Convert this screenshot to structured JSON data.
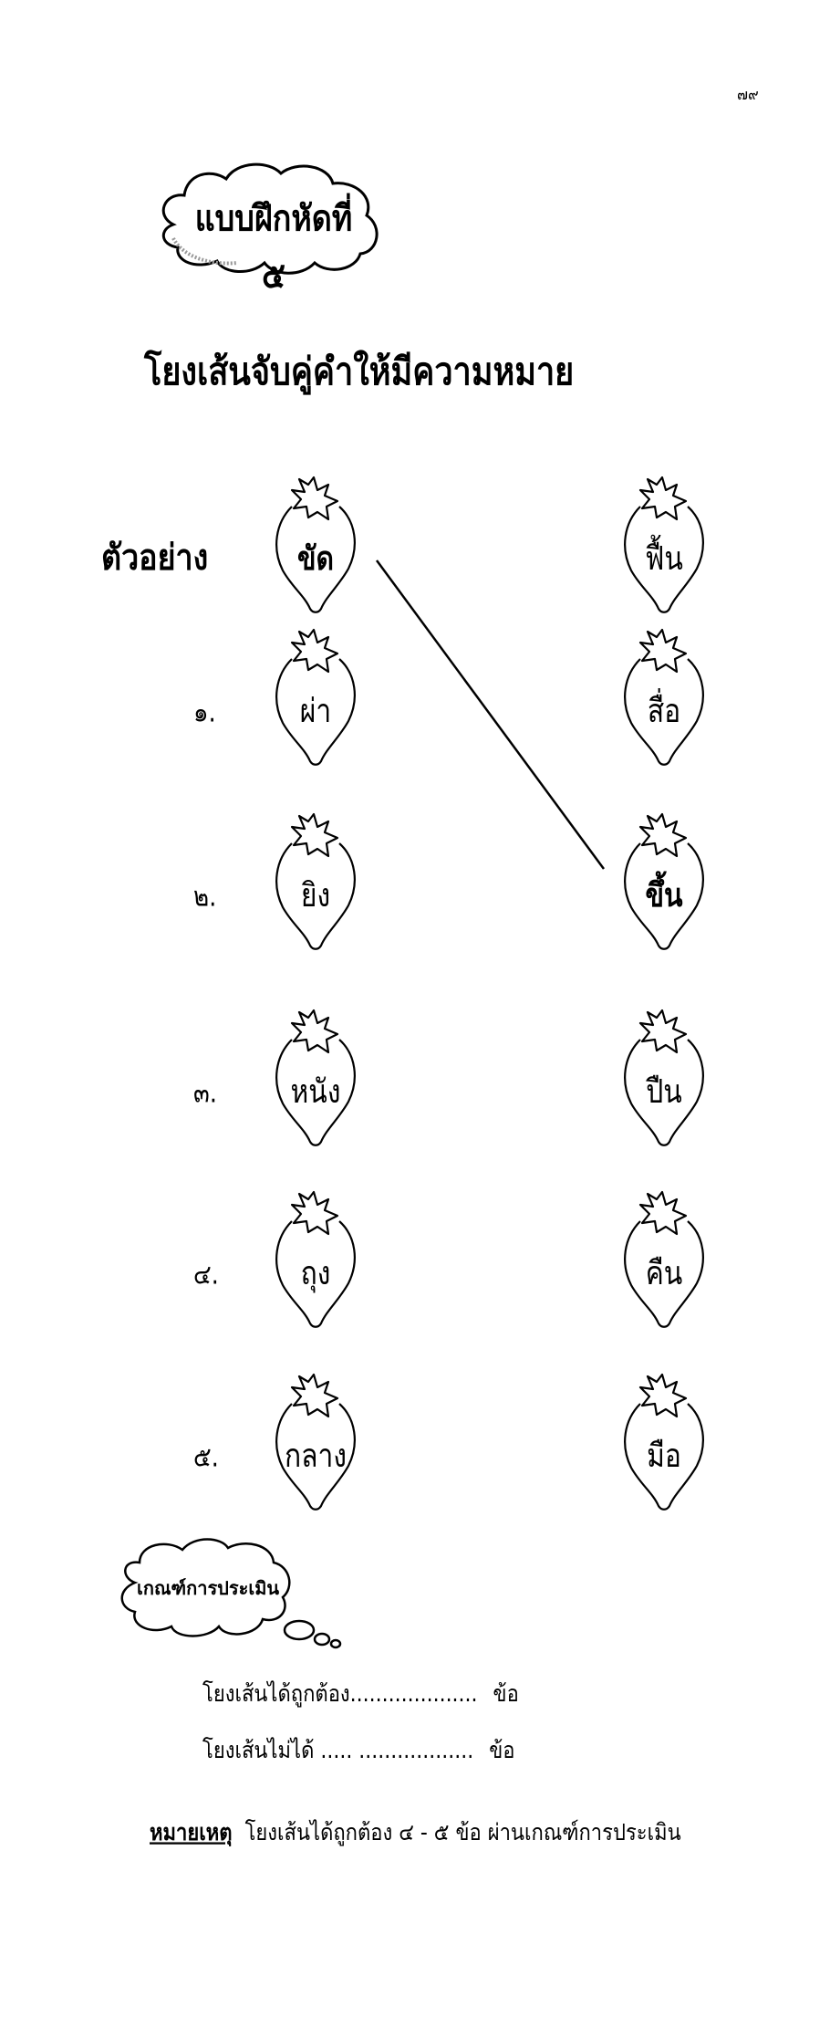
{
  "page_number": "๗๙",
  "exercise_title": "แบบฝึกหัดที่ ๕",
  "instruction": "โยงเส้นจับคู่คำให้มีความหมาย",
  "rows": [
    {
      "label": "ตัวอย่าง",
      "left": "ขัด",
      "right": "ฟื้น",
      "bold_left": true,
      "bold_right": false
    },
    {
      "label": "๑.",
      "left": "ผ่า",
      "right": "สื่อ",
      "bold_left": false,
      "bold_right": false
    },
    {
      "label": "๒.",
      "left": "ยิง",
      "right": "ขึ้น",
      "bold_left": false,
      "bold_right": true
    },
    {
      "label": "๓.",
      "left": "หนัง",
      "right": "ปืน",
      "bold_left": false,
      "bold_right": false
    },
    {
      "label": "๔.",
      "left": "ถุง",
      "right": "คืน",
      "bold_left": false,
      "bold_right": false
    },
    {
      "label": "๕.",
      "left": "กลาง",
      "right": "มือ",
      "bold_left": false,
      "bold_right": false
    }
  ],
  "criteria": {
    "title": "เกณฑ์การประเมิน",
    "correct_label": "โยงเส้นได้ถูกต้อง....................",
    "incorrect_label": "โยงเส้นไม่ได้ ..... ..................",
    "unit": "ข้อ"
  },
  "note": {
    "label": "หมายเหตุ",
    "text": "โยงเส้นได้ถูกต้อง  ๔ - ๕  ข้อ   ผ่านเกณฑ์การประเมิน"
  }
}
